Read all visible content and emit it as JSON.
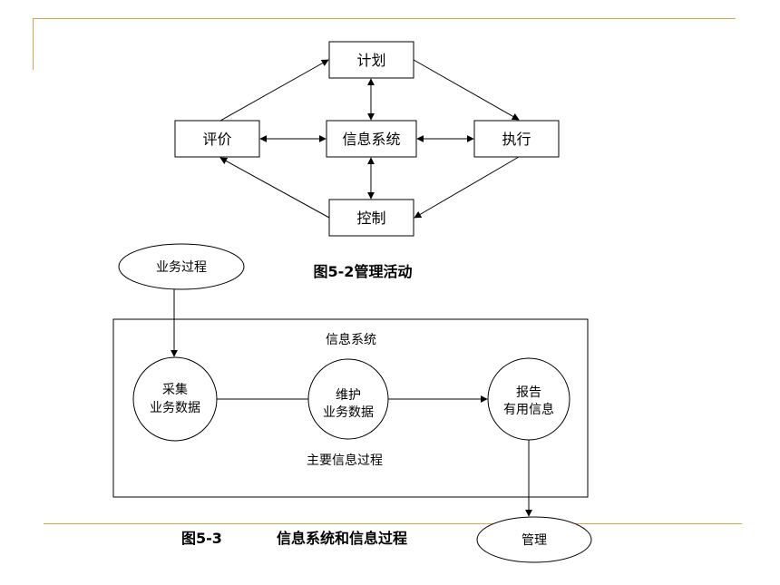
{
  "figure1": {
    "nodes": {
      "plan": "计划",
      "evaluate": "评价",
      "infosys": "信息系统",
      "execute": "执行",
      "control": "控制"
    },
    "caption": "图5-2管理活动"
  },
  "figure2": {
    "business_process": "业务过程",
    "system_title": "信息系统",
    "collect": [
      "采集",
      "业务数据"
    ],
    "maintain": [
      "维护",
      "业务数据"
    ],
    "report": [
      "报告",
      "有用信息"
    ],
    "main_process": "主要信息过程",
    "management": "管理",
    "caption_num": "图5-3",
    "caption_text": "信息系统和信息过程"
  },
  "colors": {
    "accent_rule": "#d4a54a",
    "stroke": "#000000"
  }
}
